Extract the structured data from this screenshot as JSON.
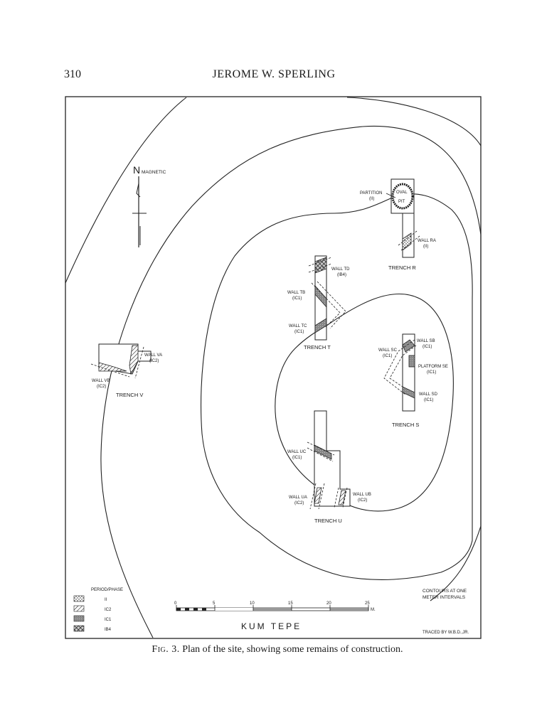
{
  "header": {
    "page_number": "310",
    "running_head": "JEROME W. SPERLING"
  },
  "figure": {
    "title": "KUM TEPE",
    "north_letter": "N",
    "north_label": "MAGNETIC",
    "contour_note": [
      "CONTOURS AT ONE",
      "METER INTERVALS"
    ],
    "traced_by": "TRACED BY W.B.D.,JR.",
    "legend": {
      "title": "PERIOD/PHASE",
      "items": [
        {
          "label": "II",
          "pattern": "stipple"
        },
        {
          "label": "IC2",
          "pattern": "diagonal-hatch"
        },
        {
          "label": "IC1",
          "pattern": "gray-fill"
        },
        {
          "label": "IB4",
          "pattern": "crosshatch"
        }
      ]
    },
    "scale": {
      "ticks": [
        "0",
        "5",
        "10",
        "15",
        "20",
        "25"
      ],
      "unit": "M."
    },
    "trenches": {
      "R": {
        "name": "TRENCH R",
        "partition": [
          "PARTITION",
          "(II)"
        ],
        "pit": [
          "OVAL",
          "PIT"
        ],
        "wall_ra": [
          "WALL RA",
          "(II)"
        ]
      },
      "T": {
        "name": "TRENCH T",
        "wall_td": [
          "WALL TD",
          "(IB4)"
        ],
        "wall_tb": [
          "WALL TB",
          "(IC1)"
        ],
        "wall_tc": [
          "WALL TC",
          "(IC1)"
        ]
      },
      "S": {
        "name": "TRENCH S",
        "wall_sb": [
          "WALL SB",
          "(IC1)"
        ],
        "wall_sc": [
          "WALL SC",
          "(IC1)"
        ],
        "platform": [
          "PLATFORM SE",
          "(IC1)"
        ],
        "wall_sd": [
          "WALL SD",
          "(IC1)"
        ]
      },
      "V": {
        "name": "TRENCH V",
        "wall_va": [
          "WALL VA",
          "(IC2)"
        ],
        "wall_vb": [
          "WALL VB",
          "(IC2)"
        ]
      },
      "U": {
        "name": "TRENCH U",
        "wall_uc": [
          "WALL UC",
          "(IC1)"
        ],
        "wall_ua": [
          "WALL UA",
          "(IC2)"
        ],
        "wall_ub": [
          "WALL UB",
          "(IC2)"
        ]
      }
    }
  },
  "caption": {
    "label": "Fig. 3.",
    "text": "Plan of the site, showing some remains of construction."
  }
}
